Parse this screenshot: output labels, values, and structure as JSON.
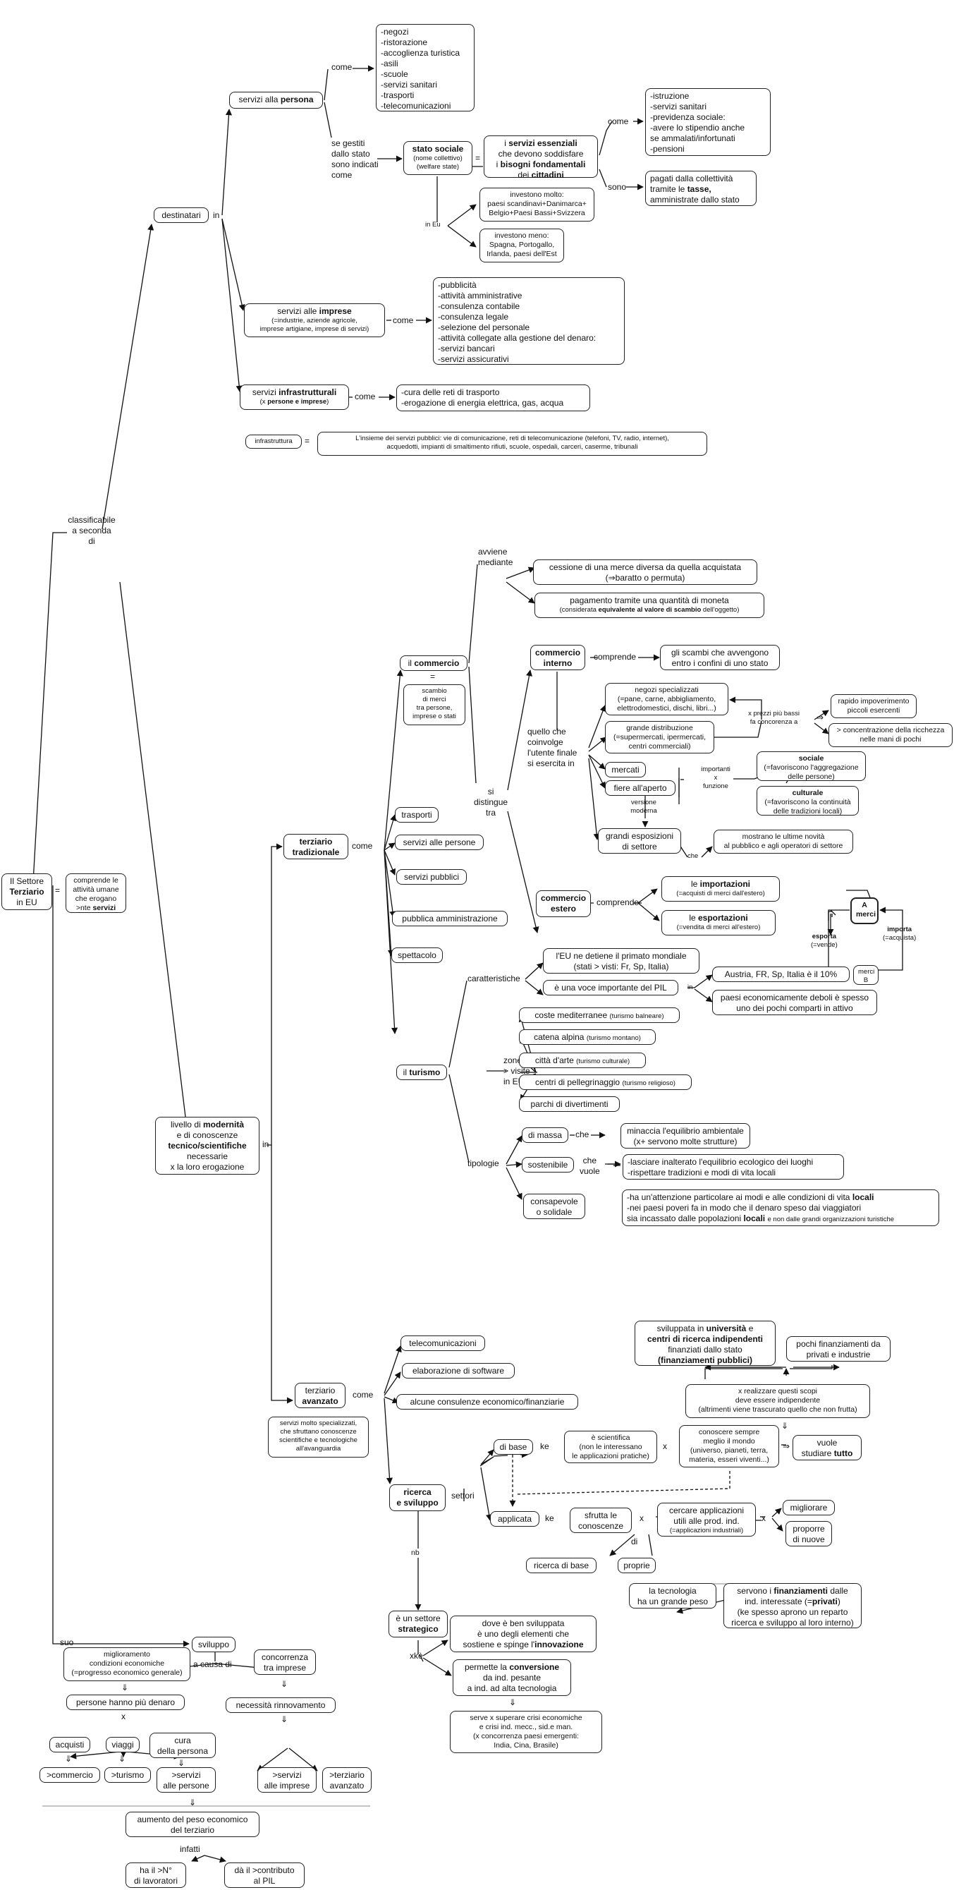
{
  "root": {
    "title": "Il Settore Terziario in EU",
    "eq": "=",
    "def": "comprende le attività umane che erogano >nte servizi"
  },
  "classify": "classificabile\na seconda\ndi",
  "suo": "suo",
  "dest": {
    "label": "destinatari",
    "in": "in",
    "persona": {
      "label": "servizi alla persona",
      "come": "come",
      "examples": "-negozi\n-ristorazione\n-accoglienza turistica\n-asili\n-scuole\n-servizi sanitari\n-trasporti\n-telecomunicazioni",
      "gestiti": "se gestiti\ndallo stato\nsono indicati\ncome"
    },
    "stato": {
      "label": "stato sociale",
      "sub": "(nome collettivo)\n(welfare state)",
      "eq": "=",
      "essenziali": "i servizi essenziali\nche devono soddisfare\ni bisogni fondamentali\ndei cittadini",
      "come": "come",
      "come_box": "-istruzione\n-servizi sanitari\n-previdenza sociale:\n   -avere lo stipendio anche\n    se ammalati/infortunati\n   -pensioni",
      "sono": "sono",
      "sono_box": "pagati dalla collettività\ntramite le tasse,\namministrate dallo stato",
      "ineu": "in Eu",
      "molto": "investono molto:\npaesi scandinavi+Danimarca+\nBelgio+Paesi Bassi+Svizzera",
      "meno": "investono meno:\nSpagna, Portogallo,\nIrlanda, paesi dell'Est"
    },
    "imprese": {
      "label": "servizi alle imprese",
      "sub": "(=industrie, aziende agricole,\nimprese artigiane, imprese di servizi)",
      "come": "come",
      "box": "-pubblicità\n-attività amministrative\n-consulenza contabile\n-consulenza legale\n-selezione del personale\n-attività collegate alla gestione del denaro:\n      -servizi bancari\n      -servizi assicurativi"
    },
    "infra": {
      "label": "servizi infrastrutturali",
      "sub": "(x persone e imprese)",
      "come": "come",
      "box": "-cura delle reti di trasporto\n-erogazione di energia elettrica, gas, acqua",
      "word": "infrastruttura",
      "eq": "=",
      "def": "L'insieme dei servizi pubblici: vie di comunicazione, reti di telecomunicazione (telefoni, TV, radio, internet),\nacquedotti, impianti di smaltimento rifiuti, scuole, ospedali, carceri, caserme, tribunali"
    }
  },
  "livello": {
    "label": "livello di modernità\ne di conoscenze\ntecnico/scientifiche\nnecessarie\nx la loro erogazione",
    "in": "in"
  },
  "trad": {
    "label": "terziario\ntradizionale",
    "come": "come",
    "commercio": {
      "label": "il commercio",
      "eq": "=",
      "def": "scambio\ndi merci\ntra persone,\nimprese o stati",
      "avviene": "avviene\nmediante",
      "baratto": "cessione di una merce diversa da quella acquistata\n(⇒baratto o permuta)",
      "moneta": "pagamento tramite una quantità di moneta",
      "moneta_sub": "(considerata equivalente al valore di scambio dell'oggetto)",
      "distingue": "si\ndistingue\ntra",
      "interno": "commercio\ninterno",
      "comprende": "comprende",
      "interno_box": "gli scambi che avvengono\nentro i confini di uno stato",
      "quello": "quello che\ncoinvolge\nl'utente finale\nsi esercita in",
      "negozi": "negozi specializzati\n(=pane, carne, abbigliamento,\nelettrodomestici, dischi, libri...)",
      "gdo": "grande distribuzione\n(=supermercati, ipermercati,\ncentri commerciali)",
      "mercati": "mercati",
      "fiere": "fiere all'aperto",
      "prezzi": "x prezzi più bassi\nfa concorenza a",
      "impl": "⇒",
      "rapido": "rapido impoverimento\npiccoli esercenti",
      "conc": "> concentrazione della ricchezza\nnelle mani di pochi",
      "importanti": "importanti\nx\nfunzione",
      "sociale": "sociale\n(=favoriscono l'aggregazione\ndelle persone)",
      "culturale": "culturale\n(=favoriscono la continuità\ndelle tradizioni locali)",
      "versione": "versione\nmoderna",
      "esposizioni": "grandi esposizioni\ndi settore",
      "che": "che",
      "novita": "mostrano le ultime novità\nal pubblico e agli operatori di settore",
      "estero": "commercio\nestero",
      "comprende2": "comprende",
      "importazioni": "le importazioni",
      "imp_sub": "(=acquisti di merci dall'estero)",
      "esportazioni": "le esportazioni",
      "esp_sub": "(=vendita di merci all'estero)",
      "a": "A\nmerci",
      "bb": "merci\nB",
      "esporta": "esporta\n(=vende)",
      "importa": "importa\n(=acquista)"
    },
    "trasporti": "trasporti",
    "persone": "servizi alle persone",
    "pubblici": "servizi pubblici",
    "pa": "pubblica amministrazione",
    "spettacolo": "spettacolo",
    "turismo": {
      "label": "il turismo",
      "caratt": "caratteristiche",
      "primato": "l'EU ne detiene il primato mondiale\n(stati > visti: Fr, Sp, Italia)",
      "pil": "è una voce importante del PIL",
      "in": "in",
      "af": "Austria, FR, Sp, Italia è il 10%",
      "deboli": "paesi economicamente deboli è spesso\nuno dei pochi comparti in attivo",
      "zone": "zone\n> visite\nin EU",
      "coste": "coste mediterranee",
      "coste_s": "(turismo balneare)",
      "catena": "catena alpina",
      "catena_s": "(turismo montano)",
      "citta": "città d'arte",
      "citta_s": "(turismo culturale)",
      "centri": "centri di pellegrinaggio",
      "centri_s": "(turismo religioso)",
      "parchi": "parchi di divertimenti",
      "tipologie": "tipologie",
      "massa": "di massa",
      "sost": "sostenibile",
      "cons": "consapevole\no solidale",
      "che": "che",
      "chevuole": "che\nvuole",
      "massa_box": "minaccia l'equilibrio ambientale\n(x+ servono molte strutture)",
      "sost_box": "-lasciare inalterato l'equilibrio ecologico dei luoghi\n-rispettare tradizioni e modi di vita locali",
      "cons_box": "-ha un'attenzione particolare ai modi e alle condizioni di vita locali\n-nei paesi poveri fa in modo che il denaro speso dai viaggiatori\nsia incassato dalle popolazioni locali",
      "cons_tail": "e non dalle grandi organizzazioni turistiche"
    }
  },
  "avz": {
    "label": "terziario\navanzato",
    "come": "come",
    "def": "servizi molto specializzati,\nche sfruttano conoscenze\nscientifiche e tecnologiche\nall'avanguardia",
    "tele": "telecomunicazioni",
    "soft": "elaborazione di software",
    "consul": "alcune consulenze economico/finanziarie",
    "rs": {
      "label": "ricerca\ne sviluppo",
      "settori": "settori",
      "base": "di base",
      "ke": "ke",
      "scient": "è scientifica\n(non le interessano\nle applicazioni pratiche)",
      "x": "x",
      "conoscere": "conoscere sempre\nmeglio il mondo\n(universo, pianeti, terra,\nmateria, esseri viventi...)",
      "impl": "⇒",
      "vuole": "vuole\nstudiare tutto",
      "indip": "x realizzare questi scopi\ndeve essere indipendente\n(altrimenti viene trascurato quello che non frutta)",
      "univ": "sviluppata in università e\ncentri di ricerca indipendenti\nfinanziati dallo stato\n(finanziamenti pubblici)",
      "pochi": "pochi finanziamenti da\nprivati e industrie",
      "applicata": "applicata",
      "sfrutta": "sfrutta le\nconoscenze",
      "cercare": "cercare applicazioni\nutili alle prod. ind.\n(=applicazioni industriali)",
      "migliorare": "migliorare",
      "proporre": "proporre\ndi nuove",
      "di": "di",
      "rbase": "ricerca di base",
      "proprie": "proprie",
      "tecno": "la tecnologia\nha un grande peso",
      "finanz": "servono i finanziamenti dalle\nind. interessate (=privati)\n(ke spesso aprono un reparto\nricerca e sviluppo al loro interno)",
      "nb": "nb",
      "strat": "è un settore\nstrategico",
      "xke": "xkè",
      "dove": "dove è ben sviluppata\nè uno degli elementi che\nsostiene e spinge l'innovazione",
      "conv": "permette la conversione\nda ind. pesante\na ind. ad alta tecnologia",
      "crisi": "serve x superare crisi economiche\ne crisi ind. mecc., sid.e man.\n(x concorrenza paesi emergenti:\nIndia, Cina, Brasile)"
    }
  },
  "sv": {
    "label": "sviluppo",
    "causa": "a causa di",
    "migl": "miglioramento\ncondizioni economiche\n(=progresso economico generale)",
    "concim": "concorrenza\ntra imprese",
    "dn": "⇓",
    "denaro": "persone hanno più denaro",
    "x": "x",
    "rinn": "necessità rinnovamento",
    "acq": "acquisti",
    "viaggi": "viaggi",
    "cura": "cura\ndella persona",
    "com": ">commercio",
    "tur": ">turismo",
    "serv": ">servizi\nalle persone",
    "servimp": ">servizi\nalle imprese",
    "terav": ">terziario\navanzato",
    "aumento": "aumento del peso economico\ndel terziario",
    "infatti": "infatti",
    "lav": "ha il >N°\ndi lavoratori",
    "pil": "dà il >contributo\nal PIL"
  }
}
